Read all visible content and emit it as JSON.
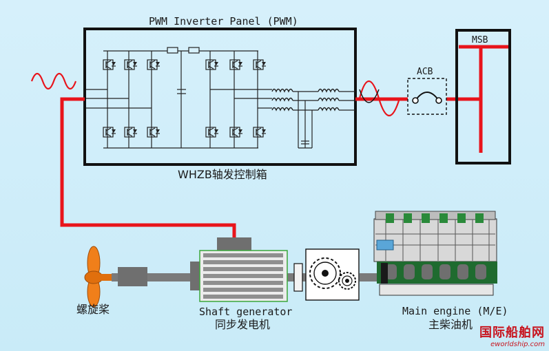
{
  "labels": {
    "pwm_panel": "PWM Inverter Panel (PWM)",
    "msb": "MSB",
    "acb": "ACB",
    "control_box": "WHZB轴发控制箱",
    "propeller": "螺旋桨",
    "shaft_gen_en": "Shaft generator",
    "shaft_gen_cn": "同步发电机",
    "main_engine_en": "Main engine (M/E)",
    "main_engine_cn": "主柴油机",
    "watermark_cn": "国际船舶网",
    "watermark_en": "eworldship.com"
  },
  "colors": {
    "background": "#cdeef9",
    "power_line": "#e8141b",
    "frame": "#111111",
    "generator_green": "#3aa63a",
    "propeller_orange": "#f07f1a",
    "shaft_gray": "#808080",
    "engine_green": "#1f6b2f"
  },
  "icons": {
    "input_wave": "sine-wave-icon",
    "output_wave": "sine-wave-icon",
    "breaker": "circuit-breaker-icon"
  }
}
